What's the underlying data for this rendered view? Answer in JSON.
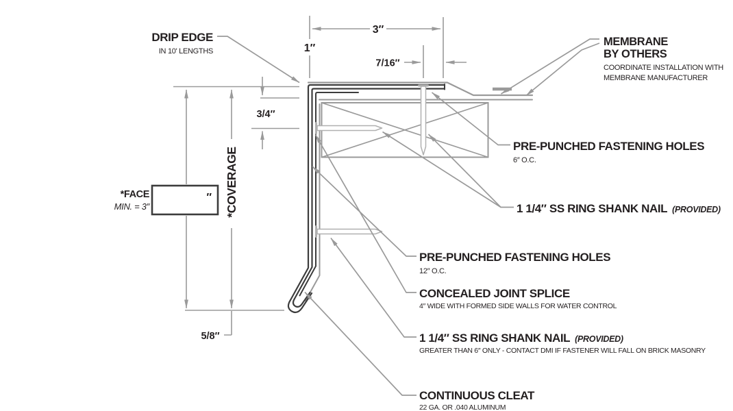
{
  "colors": {
    "background": "#ffffff",
    "line_gray": "#9a9a9a",
    "metal_dark": "#3c3c3c",
    "text": "#231f20"
  },
  "labels": {
    "drip_edge": {
      "title": "DRIP EDGE",
      "subtitle": "IN 10' LENGTHS"
    },
    "membrane": {
      "line1": "MEMBRANE",
      "line2": "BY OTHERS",
      "sub1": "COORDINATE INSTALLATION WITH",
      "sub2": "MEMBRANE MANUFACTURER"
    },
    "holes6": {
      "title": "PRE-PUNCHED FASTENING HOLES",
      "subtitle": "6″ O.C."
    },
    "nail_upper": {
      "title": "1 1/4″ SS RING SHANK NAIL",
      "note": "(PROVIDED)"
    },
    "holes12": {
      "title": "PRE-PUNCHED FASTENING HOLES",
      "subtitle": "12″ O.C."
    },
    "splice": {
      "title": "CONCEALED JOINT SPLICE",
      "subtitle": "4″ WIDE WITH FORMED SIDE WALLS FOR  WATER CONTROL"
    },
    "nail_lower": {
      "title": "1 1/4″ SS RING SHANK NAIL",
      "note": "(PROVIDED)",
      "subtitle": "GREATER THAN 6″ ONLY  -   CONTACT DMI IF FASTENER WILL FALL ON BRICK MASONRY"
    },
    "cleat": {
      "title": "CONTINUOUS CLEAT",
      "subtitle": "22 GA. OR .040 ALUMINUM"
    },
    "face": {
      "title": "*FACE",
      "subtitle": "MIN. = 3″",
      "box_unit": "″"
    },
    "coverage": {
      "title": "*COVERAGE"
    }
  },
  "dimensions": {
    "top_width": "3″",
    "top_height": "1″",
    "hole_offset": "7/16″",
    "hem_depth": "3/4″",
    "kick": "5/8″"
  }
}
